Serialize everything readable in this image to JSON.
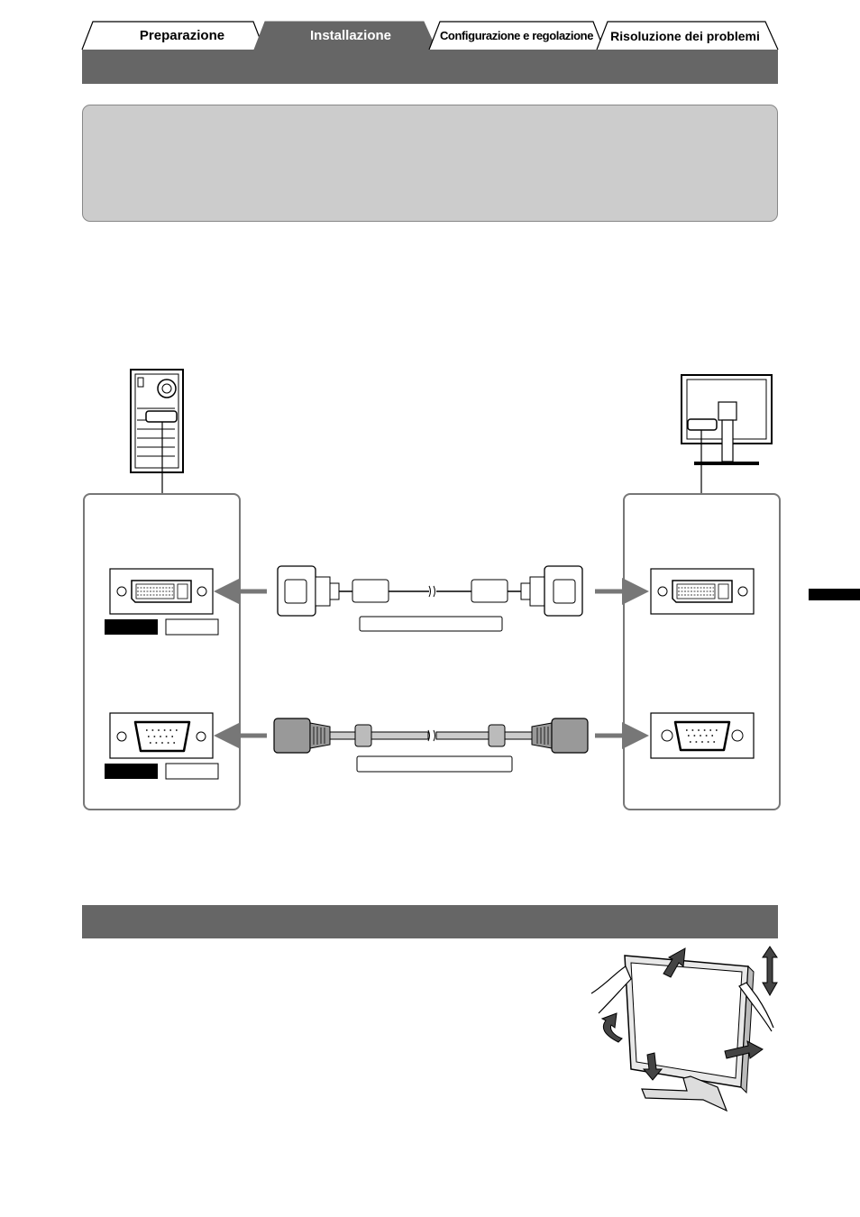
{
  "tabs": [
    {
      "label": "Preparazione",
      "active": false
    },
    {
      "label": "Installazione",
      "active": true
    },
    {
      "label": "Configurazione e regolazione",
      "active": false
    },
    {
      "label": "Risoluzione dei problemi",
      "active": false
    }
  ],
  "colors": {
    "band": "#666666",
    "note_box": "#cccccc",
    "active_tab": "#666666",
    "arrow": "#777777",
    "black_label": "#000000"
  },
  "icons": [
    "pc-tower-icon",
    "monitor-icon",
    "dvi-port-icon",
    "dsub-port-icon",
    "dvi-cable-icon",
    "dsub-cable-icon",
    "adjust-monitor-icon"
  ]
}
